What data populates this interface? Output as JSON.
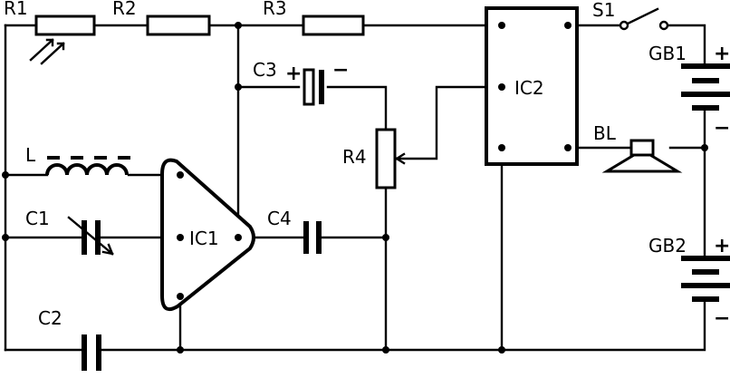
{
  "labels": {
    "r1": "R1",
    "r2": "R2",
    "r3": "R3",
    "r4": "R4",
    "s1": "S1",
    "gb1": "GB1",
    "gb2": "GB2",
    "ic1": "IC1",
    "ic2": "IC2",
    "c1": "C1",
    "c2": "C2",
    "c3": "C3",
    "c4": "C4",
    "l": "L",
    "bl": "BL"
  },
  "signs": {
    "c3_plus": "+",
    "c3_minus": "−",
    "gb1_plus": "+",
    "gb1_minus": "−",
    "gb2_plus": "+",
    "gb2_minus": "−"
  },
  "colors": {
    "ink": "#000000",
    "background": "#ffffff"
  }
}
